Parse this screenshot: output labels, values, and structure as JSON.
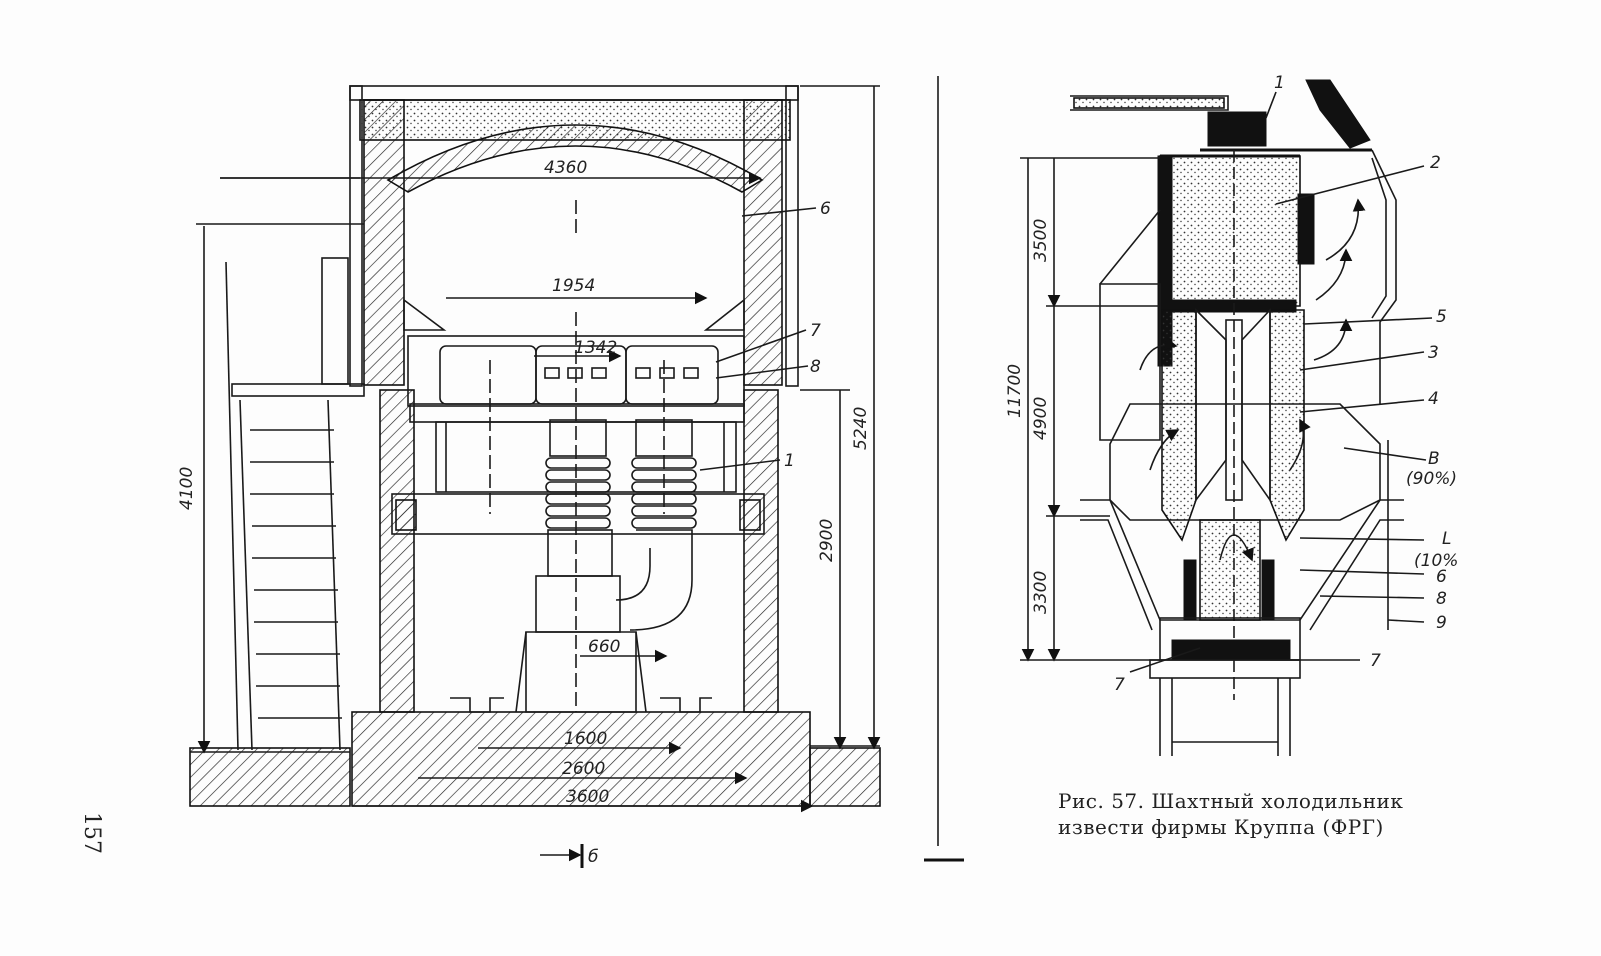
{
  "page_number": "157",
  "caption": {
    "line1": "Рис. 57. Шахтный холодильник",
    "line2": "извести фирмы Круппа (ФРГ)"
  },
  "left_drawing": {
    "dimensions": {
      "d4360": "4360",
      "d1954": "1954",
      "d1342": "1342",
      "d660": "660",
      "d1600": "1600",
      "d2600": "2600",
      "d3600": "3600",
      "d4100": "4100",
      "d5240": "5240",
      "d2900": "2900"
    },
    "refs": {
      "r6": "6",
      "r7": "7",
      "r8": "8",
      "r1": "1"
    },
    "section_mark": "б"
  },
  "right_drawing": {
    "dimensions": {
      "d11700": "11700",
      "d3500": "3500",
      "d4900": "4900",
      "d3300": "3300"
    },
    "refs": {
      "r1": "1",
      "r2": "2",
      "r5": "5",
      "r3": "3",
      "r4": "4",
      "rB": "В",
      "rB_pct": "(90%)",
      "rL": "L",
      "rL_pct": "(10%",
      "r6": "6",
      "r8": "8",
      "r9": "9",
      "r7a": "7",
      "r7b": "7"
    }
  }
}
